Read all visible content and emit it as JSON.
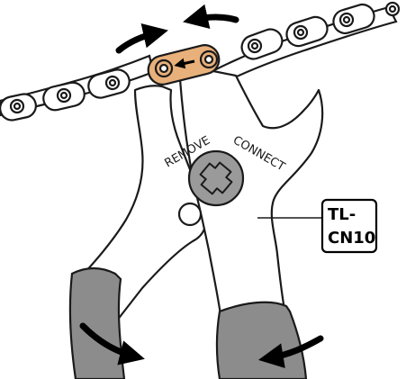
{
  "labels": {
    "remove": "REMOVE",
    "connect": "CONNECT",
    "tool_line1": "TL-",
    "tool_line2": "CN10"
  },
  "colors": {
    "outline": "#1a1a1a",
    "tool_body": "#ffffff",
    "grip": "#8c8c8c",
    "quick_link": "#e8b07a",
    "screw": "#9a9a9a",
    "arrow": "#000000"
  },
  "icons": [
    "chain",
    "quick-link",
    "pliers-tool",
    "screw-icon",
    "arrow-icon"
  ]
}
